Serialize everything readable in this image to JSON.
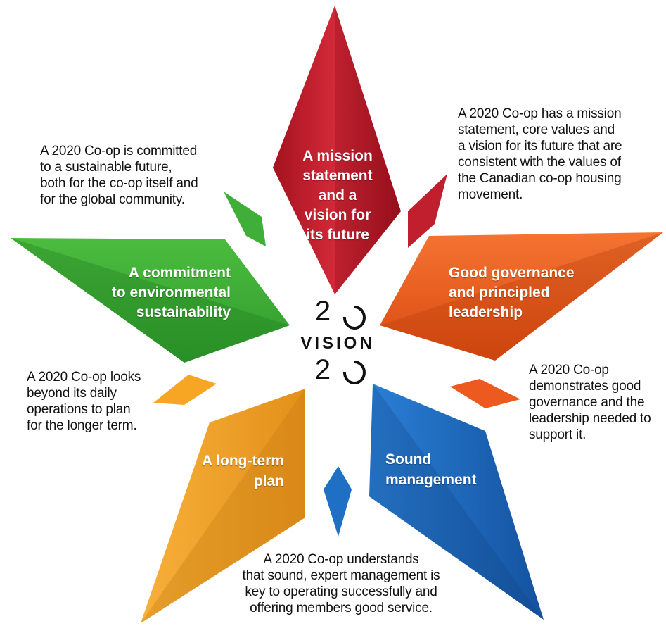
{
  "logo": {
    "top": "2",
    "word": "VISION",
    "bottom": "2"
  },
  "points": {
    "mission": {
      "label": "A mission\nstatement\nand a\nvision for\nits future",
      "color": "#c11f2e",
      "description": "A 2020 Co-op has a mission\nstatement, core values and\na vision for its future that are\nconsistent with the values of\nthe Canadian co-op housing\nmovement."
    },
    "governance": {
      "label": "Good governance\nand principled\nleadership",
      "color": "#ec5a1f",
      "description": "A 2020 Co-op\ndemonstrates good\ngovernance and the\nleadership needed to\nsupport it."
    },
    "management": {
      "label": "Sound\nmanagement",
      "color": "#1f6fc4",
      "description": "A 2020 Co-op understands\nthat sound, expert management is\nkey to operating successfully and\noffering members good service."
    },
    "plan": {
      "label": "A long-term\nplan",
      "color": "#f6a623",
      "description": "A 2020 Co-op looks\nbeyond its daily\noperations to plan\nfor the longer term."
    },
    "environment": {
      "label": "A commitment\nto environmental\nsustainability",
      "color": "#3faf3a",
      "description": "A 2020 Co-op is committed\nto a sustainable future,\nboth for the co-op itself and\nfor the global community."
    }
  }
}
